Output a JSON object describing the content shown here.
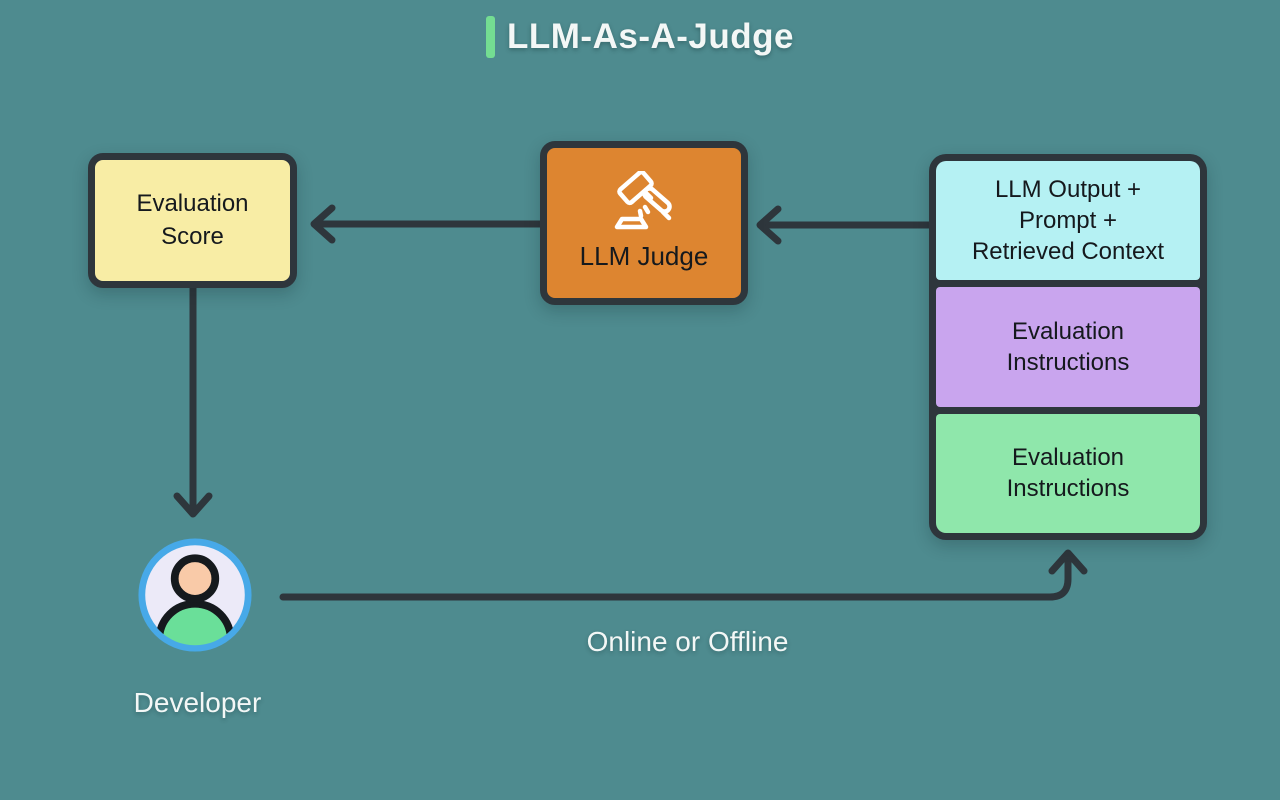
{
  "title": {
    "text": "LLM-As-A-Judge"
  },
  "colors": {
    "background": "#4e8b8f",
    "outline": "#2e363c",
    "accent_bar": "#74dd92",
    "text_light": "#f3f7f6",
    "text_dark": "#15191d",
    "score_fill": "#f8eda5",
    "judge_fill": "#dd8530",
    "stack_fill_output": "#b5f1f3",
    "stack_fill_instructions_1": "#c9a5ee",
    "stack_fill_instructions_2": "#8fe7ab",
    "icon_stroke": "#ffffff",
    "avatar_ring": "#47a9e8",
    "avatar_bg": "#eceaf8",
    "avatar_face": "#f9caa8",
    "avatar_body": "#6adf99"
  },
  "nodes": {
    "evaluation_score": {
      "lines": [
        "Evaluation",
        "Score"
      ]
    },
    "llm_judge": {
      "label": "LLM Judge",
      "icon": "gavel-icon"
    },
    "input_stack": [
      {
        "lines": [
          "LLM Output +",
          "Prompt +",
          "Retrieved Context"
        ]
      },
      {
        "lines": [
          "Evaluation",
          "Instructions"
        ]
      },
      {
        "lines": [
          "Evaluation",
          "Instructions"
        ]
      }
    ],
    "developer": {
      "label": "Developer",
      "icon": "person-avatar"
    }
  },
  "edges": {
    "online_or_offline_label": "Online or Offline"
  }
}
